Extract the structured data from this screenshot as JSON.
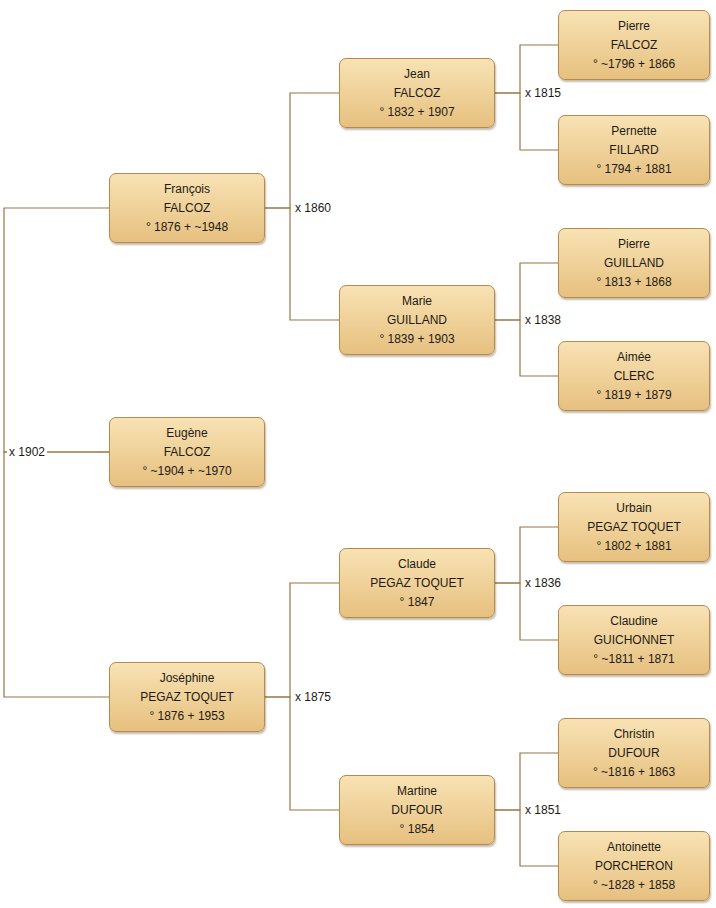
{
  "diagram": {
    "nodes": [
      {
        "text": [
          "Eugène",
          "FALCOZ",
          "° ~1904 + ~1970"
        ]
      },
      {
        "text": [
          "François",
          "FALCOZ",
          "° 1876 + ~1948"
        ]
      },
      {
        "text": [
          "Joséphine",
          "PEGAZ TOQUET",
          "° 1876 + 1953"
        ]
      },
      {
        "text": [
          "Jean",
          "FALCOZ",
          "° 1832 + 1907"
        ]
      },
      {
        "text": [
          "Marie",
          "GUILLAND",
          "° 1839 + 1903"
        ]
      },
      {
        "text": [
          "Claude",
          "PEGAZ TOQUET",
          "° 1847"
        ]
      },
      {
        "text": [
          "Martine",
          "DUFOUR",
          "° 1854"
        ]
      },
      {
        "text": [
          "Pierre",
          "FALCOZ",
          "° ~1796 + 1866"
        ]
      },
      {
        "text": [
          "Pernette",
          "FILLARD",
          "° 1794 + 1881"
        ]
      },
      {
        "text": [
          "Pierre",
          "GUILLAND",
          "° 1813 + 1868"
        ]
      },
      {
        "text": [
          "Aimée",
          "CLERC",
          "° 1819 + 1879"
        ]
      },
      {
        "text": [
          "Urbain",
          "PEGAZ TOQUET",
          "° 1802 + 1881"
        ]
      },
      {
        "text": [
          "Claudine",
          "GUICHONNET",
          "° ~1811 + 1871"
        ]
      },
      {
        "text": [
          "Christin",
          "DUFOUR",
          "° ~1816 + 1863"
        ]
      },
      {
        "text": [
          "Antoinette",
          "PORCHERON",
          "° ~1828 + 1858"
        ]
      }
    ],
    "edges": [
      {
        "from": 0,
        "to": 1,
        "arrow": "none",
        "label": "x 1902"
      },
      {
        "from": 0,
        "to": 2,
        "arrow": "none"
      },
      {
        "from": 1,
        "to": 3,
        "arrow": "none",
        "label": "x 1860"
      },
      {
        "from": 1,
        "to": 4,
        "arrow": "none"
      },
      {
        "from": 2,
        "to": 5,
        "arrow": "none",
        "label": "x 1875"
      },
      {
        "from": 2,
        "to": 6,
        "arrow": "none"
      },
      {
        "from": 3,
        "to": 7,
        "arrow": "none",
        "label": "x 1815"
      },
      {
        "from": 3,
        "to": 8,
        "arrow": "none"
      },
      {
        "from": 4,
        "to": 9,
        "arrow": "none",
        "label": "x 1838"
      },
      {
        "from": 4,
        "to": 10,
        "arrow": "none"
      },
      {
        "from": 5,
        "to": 11,
        "arrow": "none",
        "label": "x 1836"
      },
      {
        "from": 5,
        "to": 12,
        "arrow": "none"
      },
      {
        "from": 6,
        "to": 13,
        "arrow": "none",
        "label": "x 1851"
      },
      {
        "from": 6,
        "to": 14,
        "arrow": "none"
      }
    ]
  }
}
